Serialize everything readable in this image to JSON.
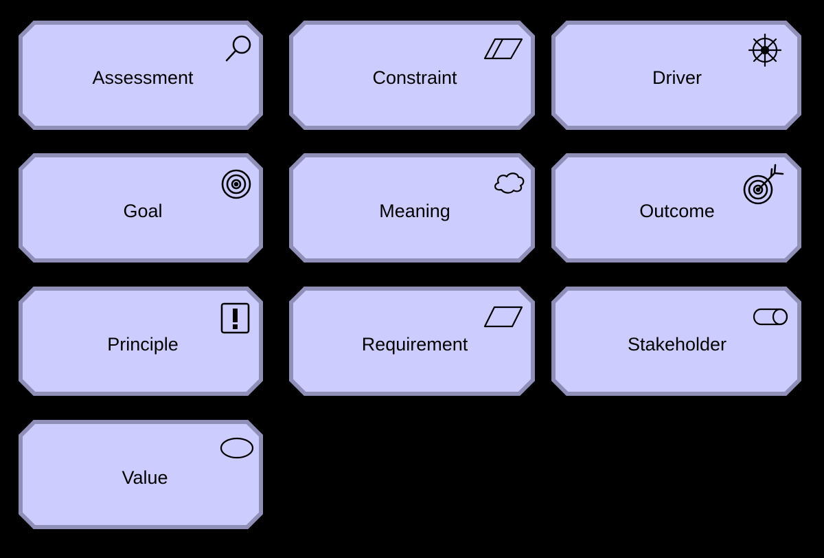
{
  "colors": {
    "background": "#000000",
    "node_fill": "#ccccff",
    "node_border": "#8f8fb8",
    "node_border_highlight": "#b5b5d9",
    "icon_stroke": "#000000",
    "label_text": "#000000"
  },
  "elements": [
    {
      "label": "Assessment",
      "icon": "magnifier-icon"
    },
    {
      "label": "Constraint",
      "icon": "double-parallelogram-icon"
    },
    {
      "label": "Driver",
      "icon": "ship-wheel-icon"
    },
    {
      "label": "Goal",
      "icon": "concentric-circles-icon"
    },
    {
      "label": "Meaning",
      "icon": "cloud-icon"
    },
    {
      "label": "Outcome",
      "icon": "target-arrow-icon"
    },
    {
      "label": "Principle",
      "icon": "exclamation-box-icon"
    },
    {
      "label": "Requirement",
      "icon": "parallelogram-icon"
    },
    {
      "label": "Stakeholder",
      "icon": "cylinder-icon"
    },
    {
      "label": "Value",
      "icon": "ellipse-icon"
    }
  ]
}
